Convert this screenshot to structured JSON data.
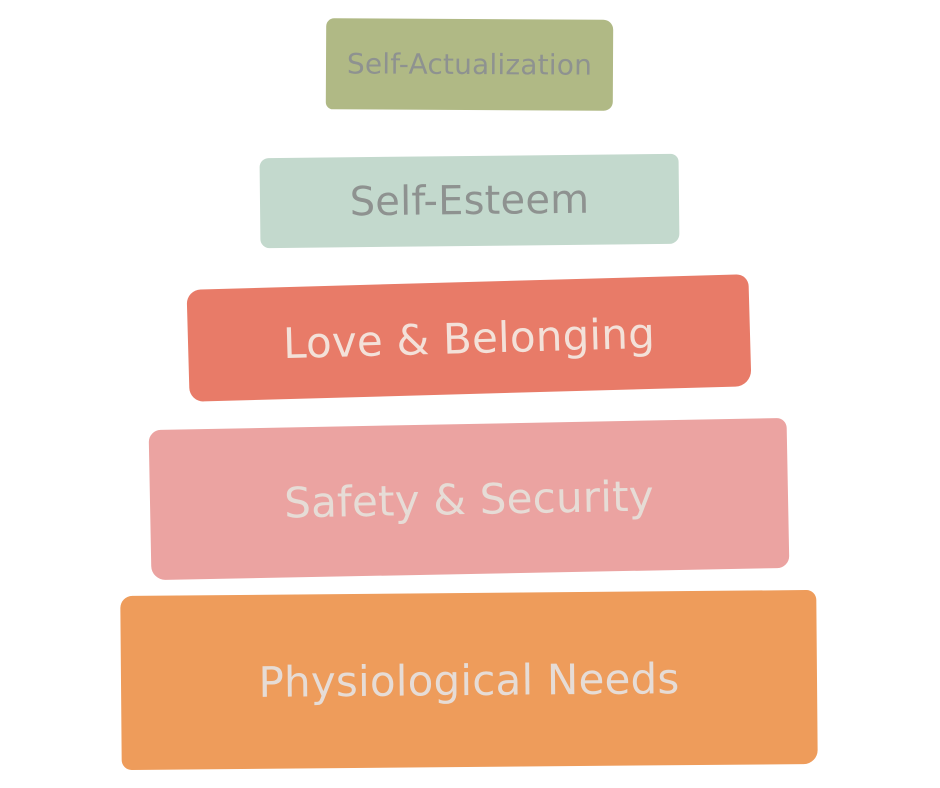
{
  "diagram": {
    "tiers": [
      {
        "label": "Self-Actualization",
        "color": "#b0b985",
        "text_color": "#8e9290"
      },
      {
        "label": "Self-Esteem",
        "color": "#c3d9cd",
        "text_color": "#8e9290"
      },
      {
        "label": "Love & Belonging",
        "color": "#e87b68",
        "text_color": "#f3e1d9"
      },
      {
        "label": "Safety & Security",
        "color": "#eba3a1",
        "text_color": "#e6dcd6"
      },
      {
        "label": "Physiological Needs",
        "color": "#ee9c5b",
        "text_color": "#e6dcd6"
      }
    ]
  }
}
